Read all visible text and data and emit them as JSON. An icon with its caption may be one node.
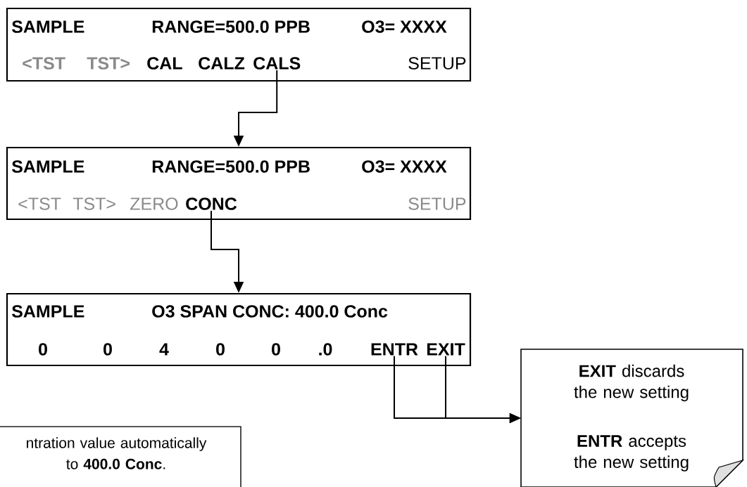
{
  "diagram": {
    "nodes": [
      {
        "text": [
          "SAMPLE",
          "RANGE=500.0 PPB",
          "O3= XXXX"
        ]
      },
      {
        "text": [
          "<TST"
        ],
        "in": 0
      },
      {
        "text": [
          "TST>"
        ],
        "in": 0
      },
      {
        "text": [
          "CAL"
        ],
        "in": 0
      },
      {
        "text": [
          "CALZ"
        ],
        "in": 0
      },
      {
        "text": [
          "CALS"
        ],
        "in": 0
      },
      {
        "text": [
          "SETUP"
        ],
        "in": 0
      },
      {
        "text": [
          "SAMPLE",
          "RANGE=500.0 PPB",
          "O3= XXXX"
        ]
      },
      {
        "text": [
          "<TST"
        ],
        "in": 7
      },
      {
        "text": [
          "TST>"
        ],
        "in": 7
      },
      {
        "text": [
          "ZERO"
        ],
        "in": 7
      },
      {
        "text": [
          "CONC"
        ],
        "in": 7
      },
      {
        "text": [
          "SETUP"
        ],
        "in": 7
      },
      {
        "text": [
          "SAMPLE",
          "O3 SPAN CONC: 400.0 Conc"
        ]
      },
      {
        "text": [
          "0"
        ],
        "in": 13
      },
      {
        "text": [
          "0"
        ],
        "in": 13
      },
      {
        "text": [
          "4"
        ],
        "in": 13
      },
      {
        "text": [
          "0"
        ],
        "in": 13
      },
      {
        "text": [
          "0"
        ],
        "in": 13
      },
      {
        "text": [
          ".0"
        ],
        "in": 13
      },
      {
        "text": [
          "ENTR"
        ],
        "in": 13
      },
      {
        "text": [
          "EXIT"
        ],
        "in": 13
      },
      {
        "text": [
          "**EXIT** discards the new setting",
          "**ENTR** accepts the new setting"
        ]
      },
      {
        "text": [
          "ntration value automatically to **400.0 Conc**."
        ]
      }
    ],
    "edges": [
      {
        "from": 5,
        "to": 7,
        "arrow": "to"
      },
      {
        "from": 11,
        "to": 13,
        "arrow": "to"
      },
      {
        "from": 20,
        "to": 22,
        "arrow": "to"
      },
      {
        "from": 21,
        "to": 22,
        "arrow": "to"
      }
    ]
  }
}
